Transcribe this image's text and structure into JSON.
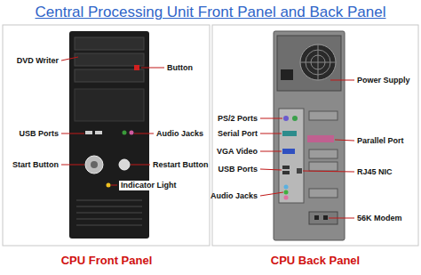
{
  "diagram": {
    "title": "Central Processing Unit Front Panel and Back Panel",
    "labels": [
      "DVD Writer",
      "Button",
      "USB Ports",
      "Audio Jacks",
      "Start Button",
      "Restart Button",
      "Indicator Light",
      "Power Supply",
      "PS/2 Ports",
      "Serial Port",
      "Parallel Port",
      "VGA Video",
      "USB Ports",
      "RJ45 NIC",
      "Audio Jacks",
      "56K Modem",
      "CPU Front Panel",
      "CPU Back Panel"
    ]
  }
}
